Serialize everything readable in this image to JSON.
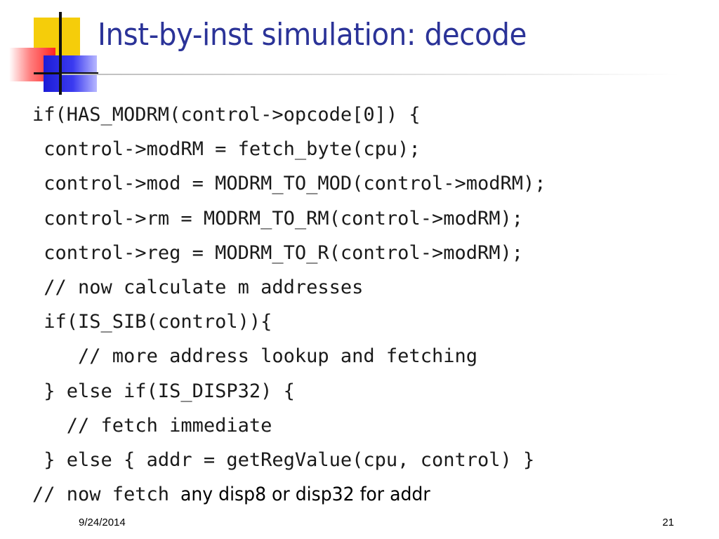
{
  "slide": {
    "title": "Inst-by-inst simulation: decode",
    "code_lines": [
      {
        "indent": "",
        "code": "if(HAS_MODRM(control->opcode[0]) {",
        "prose": ""
      },
      {
        "indent": " ",
        "code": "control->modRM = fetch_byte(cpu);",
        "prose": ""
      },
      {
        "indent": " ",
        "code": "control->mod = MODRM_TO_MOD(control->modRM);",
        "prose": ""
      },
      {
        "indent": " ",
        "code": "control->rm = MODRM_TO_RM(control->modRM);",
        "prose": ""
      },
      {
        "indent": " ",
        "code": "control->reg = MODRM_TO_R(control->modRM);",
        "prose": ""
      },
      {
        "indent": " ",
        "code": "// now calculate m addresses",
        "prose": ""
      },
      {
        "indent": " ",
        "code": "if(IS_SIB(control)){",
        "prose": ""
      },
      {
        "indent": "    ",
        "code": "// more address lookup and fetching",
        "prose": ""
      },
      {
        "indent": " ",
        "code": "} else if(IS_DISP32) {",
        "prose": ""
      },
      {
        "indent": "   ",
        "code": "// fetch immediate",
        "prose": ""
      },
      {
        "indent": " ",
        "code": "} else { addr = getRegValue(cpu, control) }",
        "prose": ""
      },
      {
        "indent": "",
        "code": "// now fetch ",
        "prose": "any disp8 or disp32 for addr"
      }
    ],
    "footer": {
      "date": "9/24/2014",
      "page_number": "21"
    },
    "colors": {
      "title": "#2b3398",
      "logo_yellow": "#f5cd0a",
      "logo_red": "#ff2222",
      "logo_blue": "#1c1cd6"
    }
  }
}
